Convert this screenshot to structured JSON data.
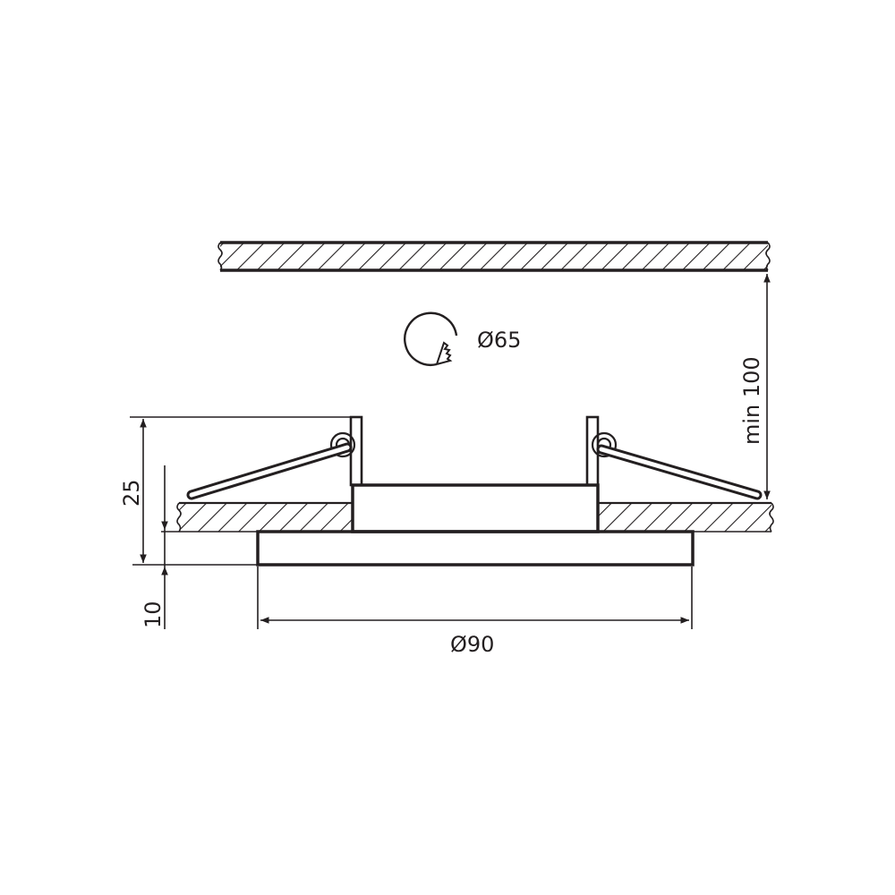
{
  "drawing": {
    "title": "Recessed downlight installation dimensions",
    "units": "mm",
    "colors": {
      "line": "#231f20",
      "background": "#ffffff"
    },
    "cutout": {
      "symbol": "cut-hole-icon",
      "label": "Ø65",
      "value": 65
    },
    "dimensions": {
      "clearance": {
        "label": "min 100",
        "value": 100,
        "qualifier": "min"
      },
      "total_height": {
        "label": "25",
        "value": 25
      },
      "trim_height": {
        "label": "10",
        "value": 10
      },
      "trim_diameter": {
        "label": "Ø90",
        "value": 90
      }
    },
    "elements": [
      "upper-slab",
      "ceiling-panel",
      "fixture-body",
      "trim-ring",
      "spring-clip-left",
      "spring-clip-right"
    ]
  }
}
